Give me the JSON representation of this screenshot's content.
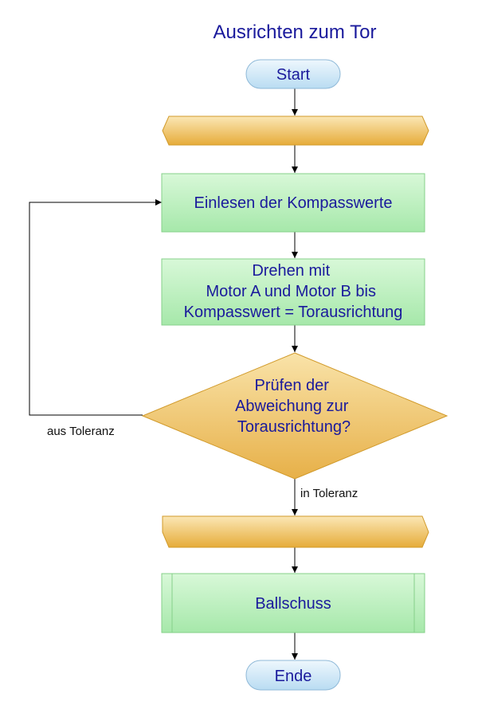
{
  "title": "Ausrichten zum Tor",
  "nodes": {
    "start": "Start",
    "read_compass": "Einlesen der Kompasswerte",
    "rotate": [
      "Drehen mit",
      "Motor A und Motor B bis",
      "Kompasswert = Torausrichtung"
    ],
    "check": [
      "Prüfen der",
      "Abweichung zur",
      "Torausrichtung?"
    ],
    "shoot": "Ballschuss",
    "end": "Ende"
  },
  "edges": {
    "out_of_tolerance": "aus Toleranz",
    "in_tolerance": "in Toleranz"
  },
  "colors": {
    "title": "#1a1a9c",
    "terminal_fill": "#cfe6f5",
    "process_fill": "#b5efb8",
    "parallelogram_fill": "#f2c466",
    "decision_fill": "#f0c870",
    "line": "#000000"
  }
}
